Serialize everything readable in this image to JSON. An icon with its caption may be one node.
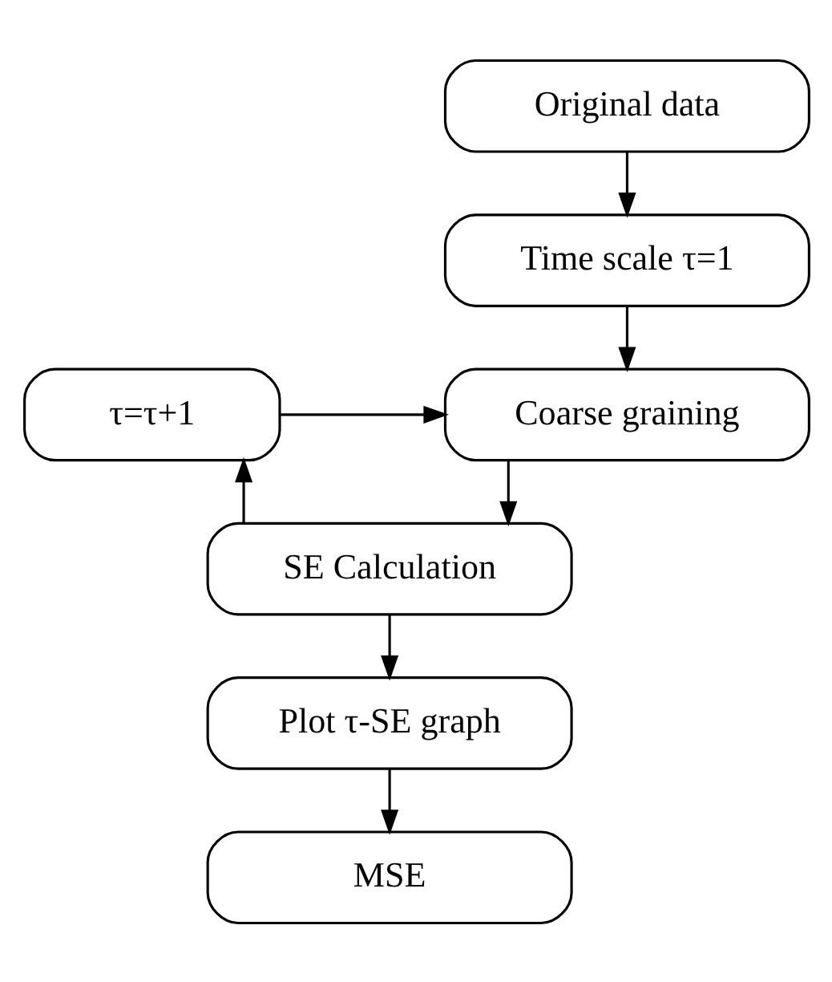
{
  "diagram": {
    "nodes": [
      {
        "text": [
          "Original data"
        ]
      },
      {
        "text": [
          "Time scale τ=1"
        ]
      },
      {
        "text": [
          "Coarse graining"
        ]
      },
      {
        "text": [
          "SE Calculation"
        ]
      },
      {
        "text": [
          "Plot τ-SE graph"
        ]
      },
      {
        "text": [
          "MSE"
        ]
      },
      {
        "text": [
          "τ=τ+1"
        ]
      }
    ],
    "edges": [
      {
        "from": 0,
        "to": 1,
        "arrow": "to"
      },
      {
        "from": 1,
        "to": 2,
        "arrow": "to"
      },
      {
        "from": 2,
        "to": 3,
        "arrow": "to"
      },
      {
        "from": 3,
        "to": 4,
        "arrow": "to"
      },
      {
        "from": 4,
        "to": 5,
        "arrow": "to"
      },
      {
        "from": 3,
        "to": 6,
        "arrow": "to"
      },
      {
        "from": 6,
        "to": 2,
        "arrow": "to"
      }
    ]
  }
}
